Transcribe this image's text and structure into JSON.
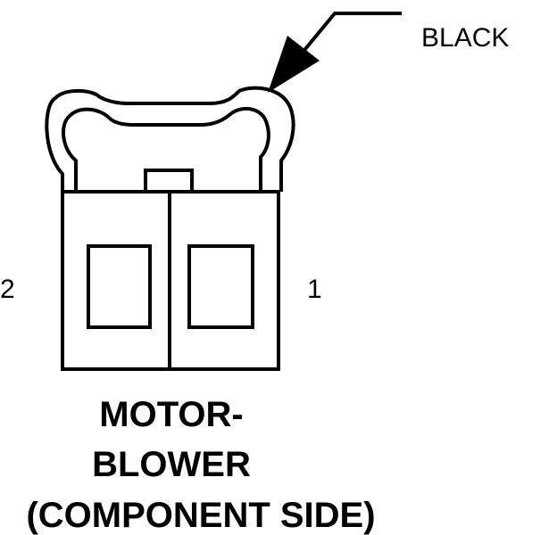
{
  "diagram": {
    "callout_color": "BLACK",
    "pin_left": "2",
    "pin_right": "1",
    "title_line1": "MOTOR-",
    "title_line2": "BLOWER",
    "title_line3": "(COMPONENT SIDE)"
  },
  "colors": {
    "line": "#000000",
    "background": "#ffffff"
  }
}
